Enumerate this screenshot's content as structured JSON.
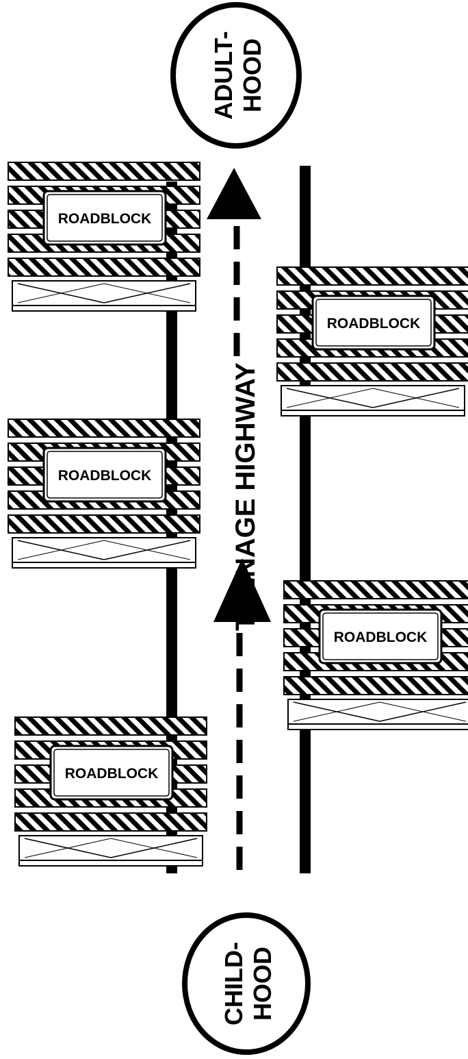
{
  "endpoints": {
    "start": {
      "line1": "CHILD-",
      "line2": "HOOD"
    },
    "end": {
      "line1": "ADULT-",
      "line2": "HOOD"
    }
  },
  "highway": {
    "label": "TEENAGE HIGHWAY"
  },
  "roadblocks": [
    {
      "label": "ROADBLOCK"
    },
    {
      "label": "ROADBLOCK"
    },
    {
      "label": "ROADBLOCK"
    },
    {
      "label": "ROADBLOCK"
    },
    {
      "label": "ROADBLOCK"
    }
  ],
  "colors": {
    "ink": "#000000",
    "paper": "#ffffff"
  }
}
